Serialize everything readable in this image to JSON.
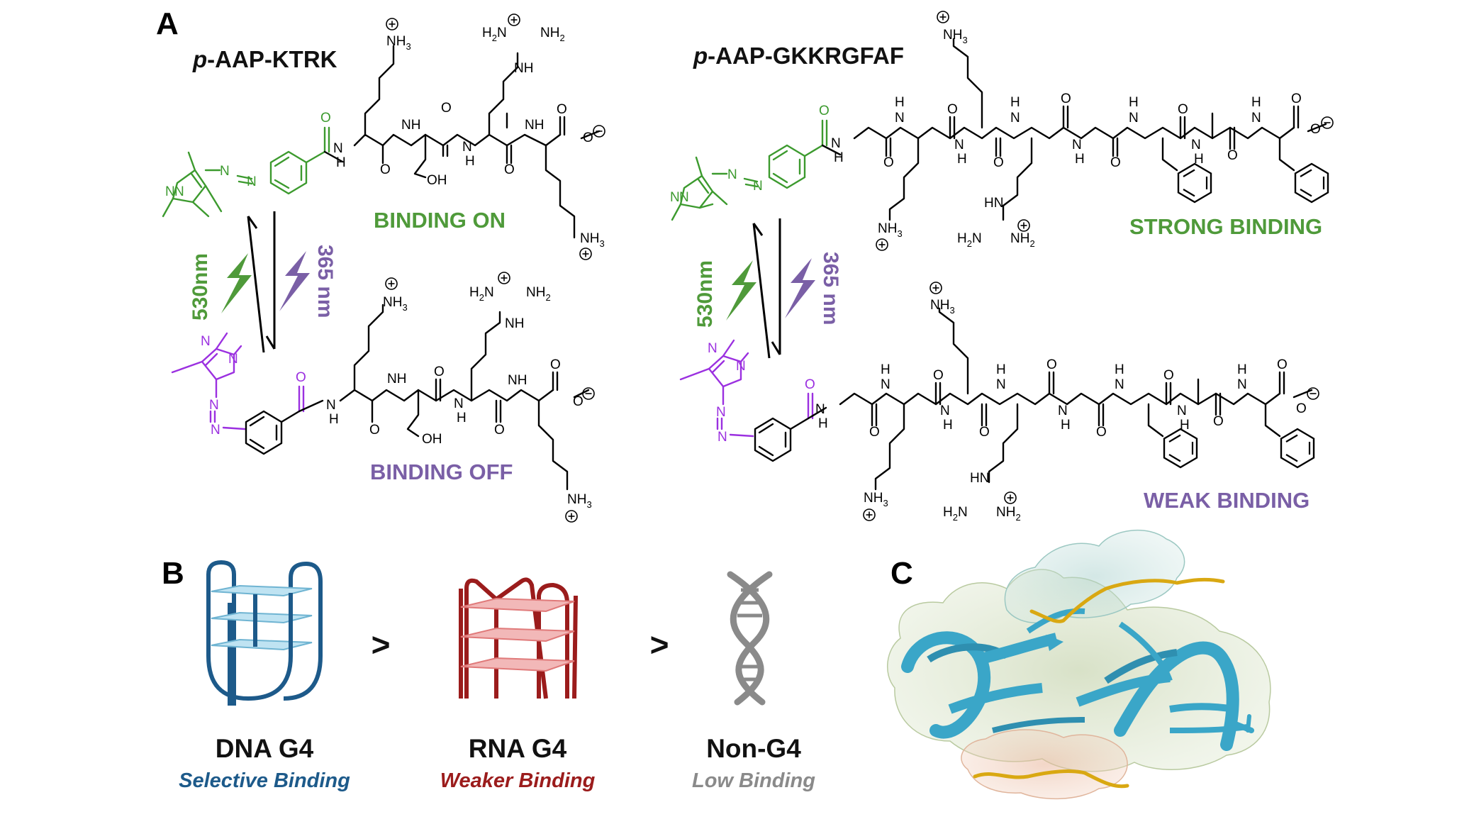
{
  "panels": {
    "a": {
      "letter": "A",
      "left": {
        "title_prefix": "p",
        "title_rest": "-AAP-KTRK",
        "state_on": "BINDING ON",
        "state_off": "BINDING OFF"
      },
      "right": {
        "title_prefix": "p",
        "title_rest": "-AAP-GKKRGFAF",
        "state_on": "STRONG BINDING",
        "state_off": "WEAK BINDING"
      },
      "wavelength_forward": "530nm",
      "wavelength_reverse": "365 nm",
      "atoms": {
        "nh3": "NH",
        "nh3_sub": "3",
        "nh2": "NH",
        "nh2_sub": "2",
        "h2n": "H",
        "h2n_rest": "N",
        "h2n_sub": "2",
        "nh": "NH",
        "hn": "HN",
        "h": "H",
        "n": "N",
        "o": "O",
        "oh": "OH",
        "plus": "+",
        "minus": "−"
      }
    },
    "b": {
      "letter": "B",
      "items": [
        {
          "label": "DNA G4",
          "sublabel": "Selective Binding",
          "color": "#1d5a8a"
        },
        {
          "label": "RNA G4",
          "sublabel": "Weaker Binding",
          "color": "#9b1c1c"
        },
        {
          "label": "Non-G4",
          "sublabel": "Low Binding",
          "color": "#8a8a8a"
        }
      ],
      "comparator": ">"
    },
    "c": {
      "letter": "C"
    }
  },
  "colors": {
    "green": "#4f9a3a",
    "purple": "#7a5fa6",
    "azo_green": "#3c9a2e",
    "azo_purple": "#9b30e0",
    "dna_blue": "#1d5a8a",
    "rna_red": "#9b1c1c",
    "nong4_gray": "#8a8a8a",
    "ribbon_blue": "#3aa6c8",
    "peptide_gold": "#e0b020"
  }
}
